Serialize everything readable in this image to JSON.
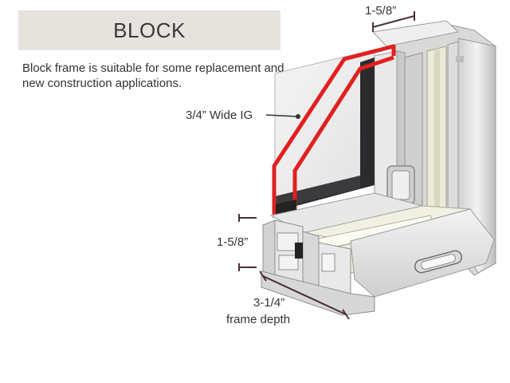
{
  "header": {
    "title": "BLOCK"
  },
  "description": "Block frame is suitable for some replacement and new construction applications.",
  "callouts": {
    "top_width": "1-5/8”",
    "glass": "3/4” Wide IG",
    "sill_height": "1-5/8”",
    "depth_value": "3-1/4”",
    "depth_label": "frame depth"
  },
  "colors": {
    "frame": "#e4e4e4",
    "glass_outline": "#e12020",
    "spacer": "#2b2b2d",
    "title_bg": "#e6e2de"
  }
}
